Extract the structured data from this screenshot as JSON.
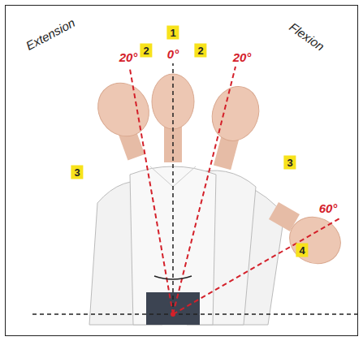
{
  "diagram": {
    "labels": [
      "Extension",
      "1",
      "20°",
      "2",
      "0°",
      "2",
      "Flexion",
      "20°",
      "3",
      "3",
      "60°",
      "4"
    ]
  }
}
